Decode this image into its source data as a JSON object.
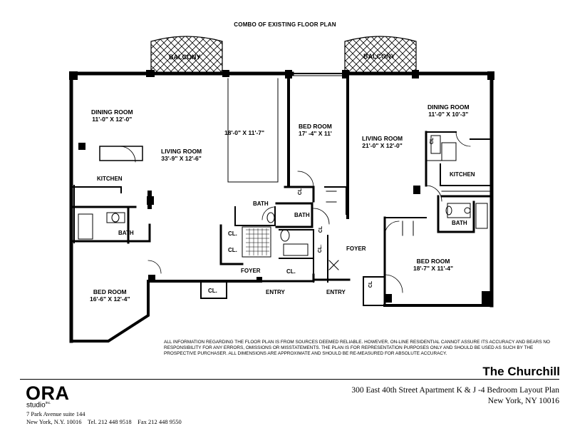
{
  "plan_title": "COMBO OF EXISTING FLOOR PLAN",
  "left_unit": {
    "balcony": "BALCONY",
    "dining_room": {
      "name": "DINING ROOM",
      "dims": "11'-0\" X 12'-0\""
    },
    "living_room": {
      "name": "LIVING ROOM",
      "dims": "33'-9\" X 12'-6\""
    },
    "alcove_dims": "18'-0\" X 11'-7\"",
    "kitchen": "KITCHEN",
    "bath_1": "BATH",
    "bath_2": "BATH",
    "bath_3": "BATH",
    "bedroom_a": {
      "name": "BED ROOM",
      "dims": "16'-6\" X 12'-4\""
    },
    "bedroom_b": {
      "name": "BED ROOM",
      "dims": "17' -4\" X 11'"
    },
    "closets": [
      "CL.",
      "CL.",
      "CL.",
      "CL.",
      "CL.",
      "CL."
    ],
    "foyer": "FOYER",
    "entry": "ENTRY"
  },
  "right_unit": {
    "balcony": "BALCONY",
    "dining_room": {
      "name": "DINING ROOM",
      "dims": "11'-0\" X 10'-3\""
    },
    "living_room": {
      "name": "LIVING ROOM",
      "dims": "21'-0\" X 12'-0\""
    },
    "kitchen": "KITCHEN",
    "bath": "BATH",
    "bedroom": {
      "name": "BED ROOM",
      "dims": "18'-7\" X 11'-4\""
    },
    "foyer": "FOYER",
    "entry": "ENTRY",
    "closets": [
      "CL",
      "CL",
      "CL"
    ]
  },
  "disclaimer": "ALL INFORMATION REGARDING THE FLOOR PLAN IS FROM SOURCES DEEMED RELIABLE. HOWEVER, ON-LINE RESIDENTIAL CANNOT ASSURE ITS ACCURACY AND BEARS NO RESPONSIBILITY FOR ANY ERRORS, OMISSIONS OR MISSTATEMENTS. THE PLAN IS FOR REPRESENTATION PURPOSES ONLY AND SHOULD BE USED AS SUCH BY THE PROSPECTIVE PURCHASER. ALL DIMENSIONS ARE APPROXIMATE AND SHOULD BE RE-MEASURED FOR ABSOLUTE ACCURACY.",
  "building_name": "The Churchill",
  "description_line1": "300 East 40th Street Apartment K & J -4 Bedroom Layout Plan",
  "description_line2": "New York, NY 10016",
  "logo": {
    "name": "ORA",
    "sub": "studio",
    "sup": "inc."
  },
  "contact": {
    "address": "7 Park Avenue suite 144",
    "city": "New York, N.Y. 10016",
    "tel": "Tel. 212 448 9518",
    "fax": "Fax 212 448 9550"
  }
}
